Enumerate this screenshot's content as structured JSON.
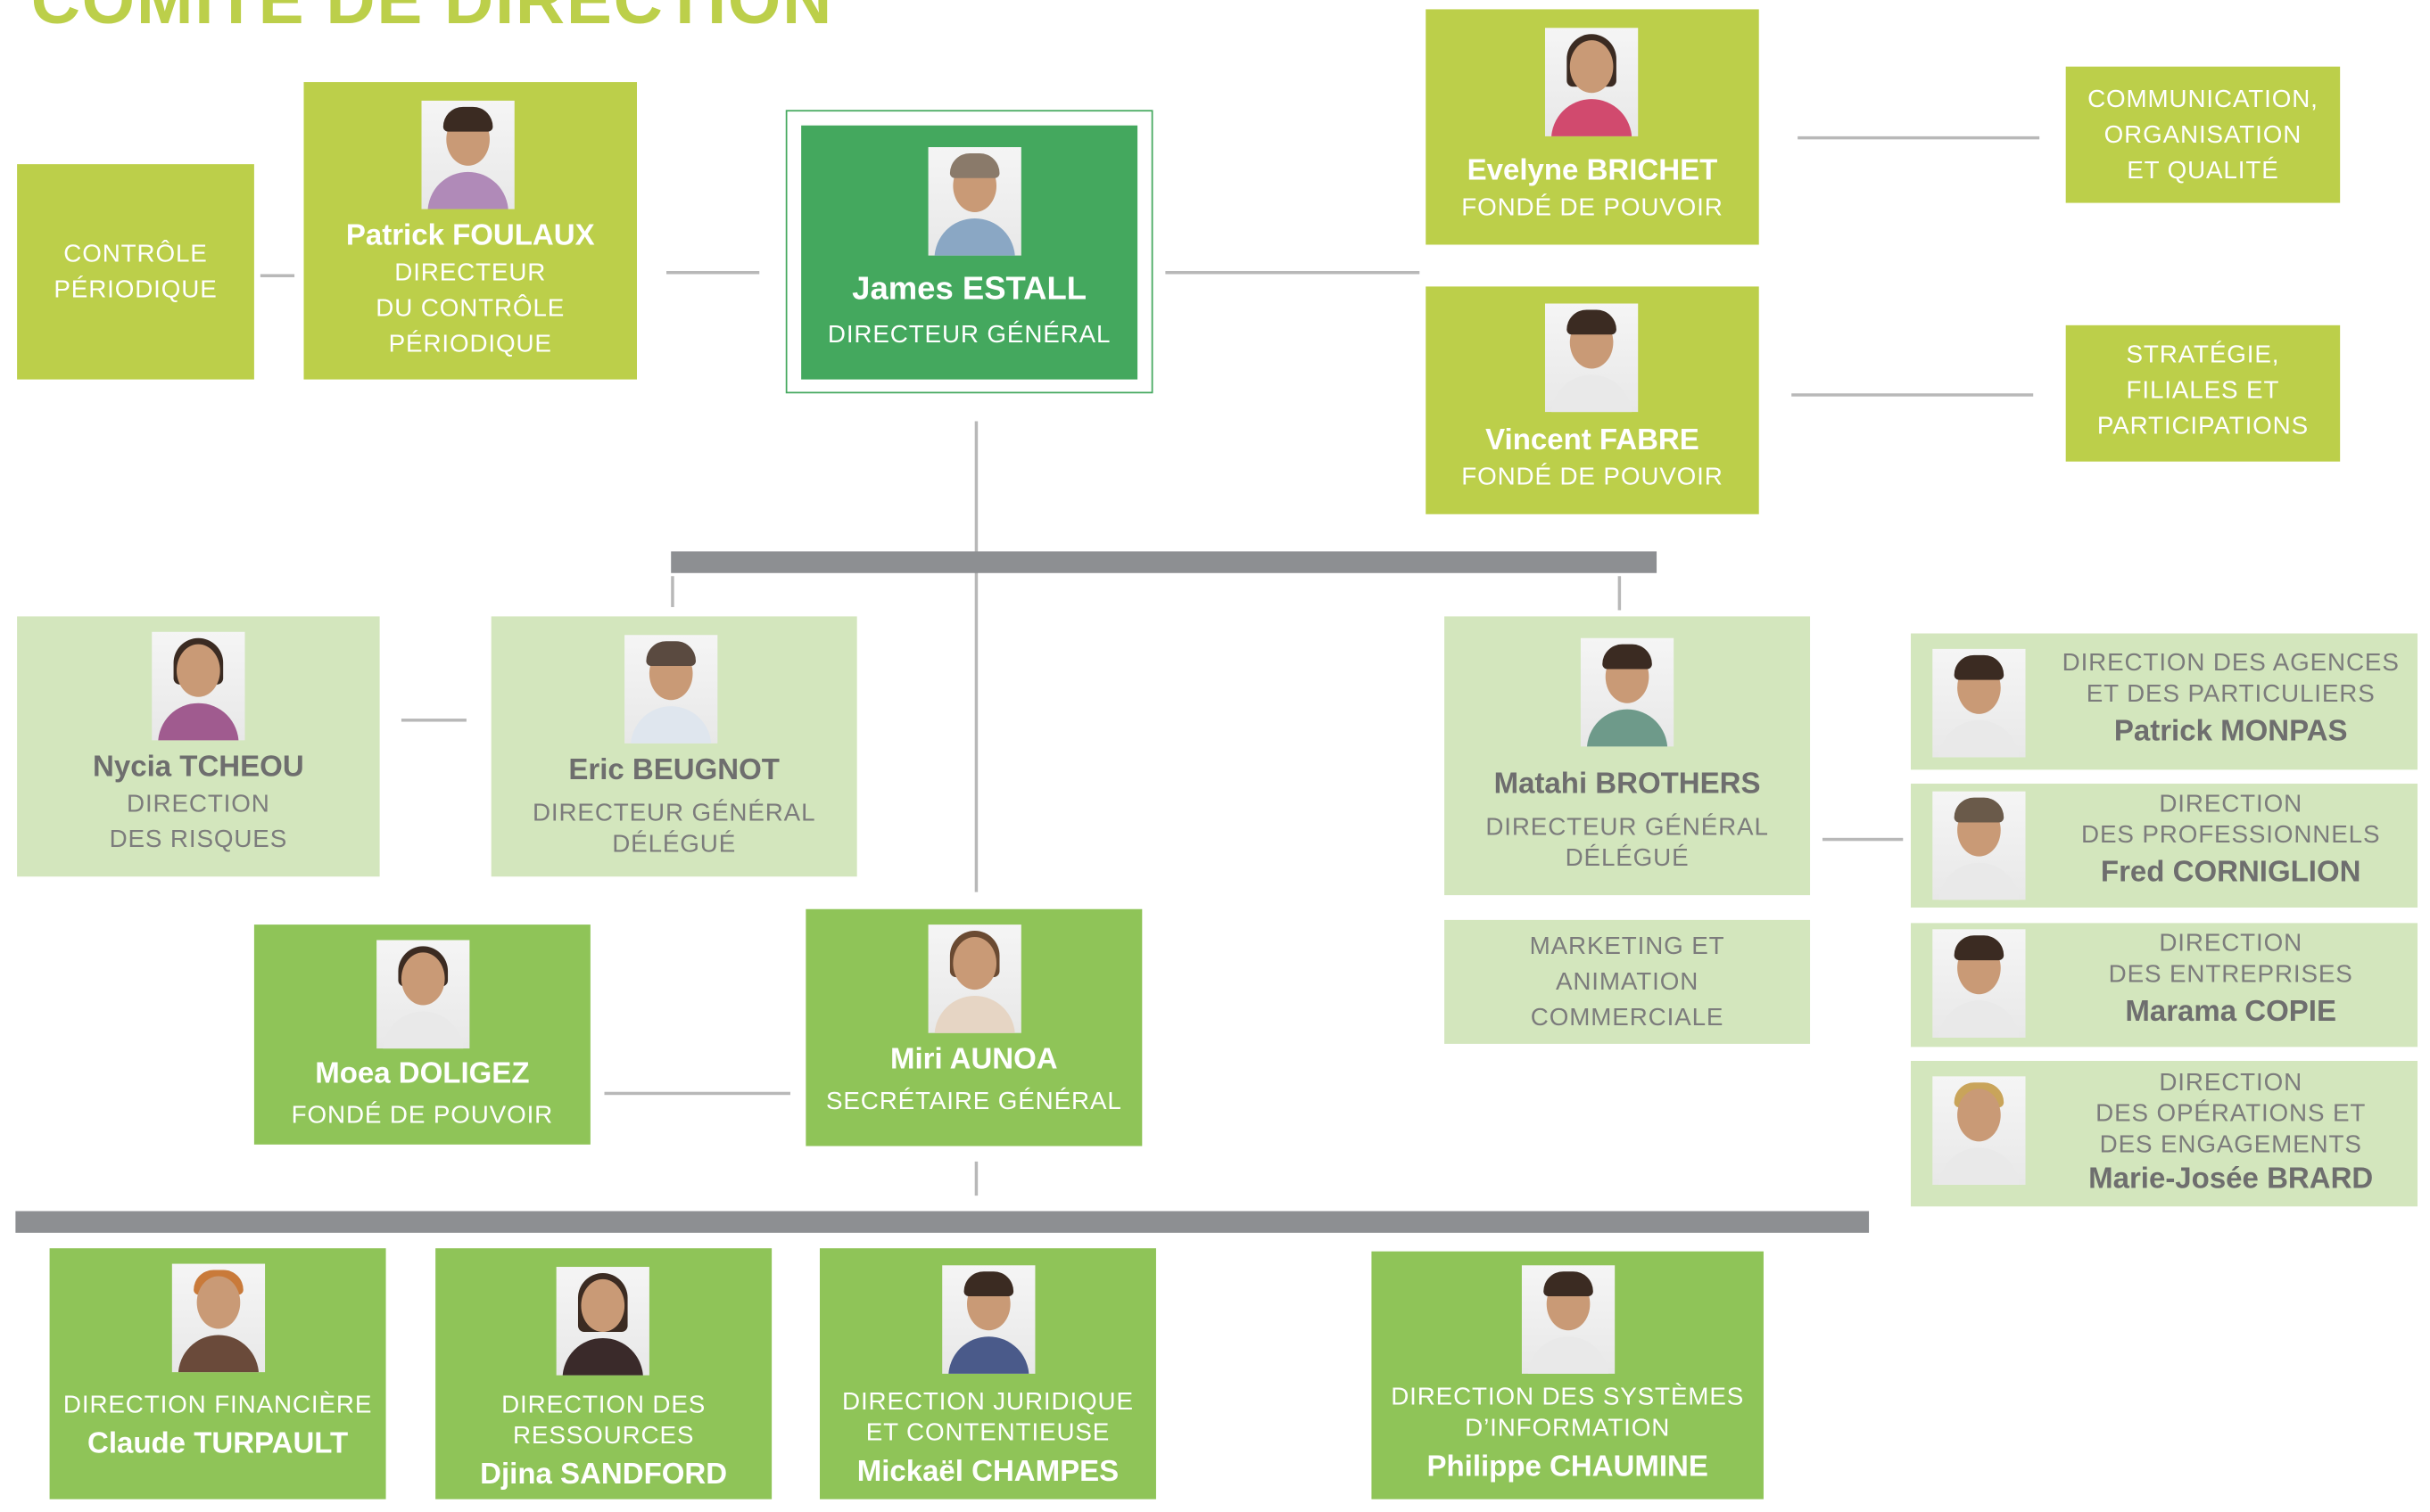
{
  "title": "COMITÉ DE DIRECTION",
  "control": {
    "label_1": "CONTRÔLE",
    "label_2": "PÉRIODIQUE"
  },
  "foulaux": {
    "name": "Patrick FOULAUX",
    "role_1": "DIRECTEUR",
    "role_2": "DU CONTRÔLE",
    "role_3": "PÉRIODIQUE"
  },
  "estall": {
    "name": "James ESTALL",
    "role": "DIRECTEUR GÉNÉRAL"
  },
  "brichet": {
    "name": "Evelyne BRICHET",
    "role": "FONDÉ DE POUVOIR"
  },
  "fabre": {
    "name": "Vincent FABRE",
    "role": "FONDÉ DE POUVOIR"
  },
  "communication": {
    "label_1": "COMMUNICATION,",
    "label_2": "ORGANISATION",
    "label_3": "ET QUALITÉ"
  },
  "strategie": {
    "label_1": "STRATÉGIE,",
    "label_2": "FILIALES ET",
    "label_3": "PARTICIPATIONS"
  },
  "tcheou": {
    "name": "Nycia TCHEOU",
    "role_1": "DIRECTION",
    "role_2": "DES RISQUES"
  },
  "beugnot": {
    "name": "Eric BEUGNOT",
    "role_1": "DIRECTEUR GÉNÉRAL",
    "role_2": "DÉLÉGUÉ"
  },
  "brothers": {
    "name": "Matahi BROTHERS",
    "role_1": "DIRECTEUR GÉNÉRAL",
    "role_2": "DÉLÉGUÉ"
  },
  "marketing": {
    "label_1": "MARKETING ET",
    "label_2": "ANIMATION",
    "label_3": "COMMERCIALE"
  },
  "monpas": {
    "role_1": "DIRECTION DES AGENCES",
    "role_2": "ET DES PARTICULIERS",
    "name": "Patrick MONPAS"
  },
  "corniglion": {
    "role_1": "DIRECTION",
    "role_2": "DES PROFESSIONNELS",
    "name": "Fred CORNIGLION"
  },
  "copie": {
    "role_1": "DIRECTION",
    "role_2": "DES ENTREPRISES",
    "name": "Marama COPIE"
  },
  "brard": {
    "role_1": "DIRECTION",
    "role_2": "DES OPÉRATIONS ET",
    "role_3": "DES ENGAGEMENTS",
    "name": "Marie-Josée BRARD"
  },
  "doligez": {
    "name": "Moea DOLIGEZ",
    "role": "FONDÉ DE POUVOIR"
  },
  "aunoa": {
    "name": "Miri AUNOA",
    "role": "SECRÉTAIRE GÉNÉRAL"
  },
  "turpault": {
    "role_1": "DIRECTION FINANCIÈRE",
    "name": "Claude TURPAULT"
  },
  "sandford": {
    "role_1": "DIRECTION DES",
    "role_2": "RESSOURCES",
    "name": "Djina SANDFORD"
  },
  "champes": {
    "role_1": "DIRECTION JURIDIQUE",
    "role_2": "ET CONTENTIEUSE",
    "name": "Mickaël CHAMPES"
  },
  "chaumine": {
    "role_1": "DIRECTION DES SYSTÈMES",
    "role_2": "D’INFORMATION",
    "name": "Philippe CHAUMINE"
  }
}
